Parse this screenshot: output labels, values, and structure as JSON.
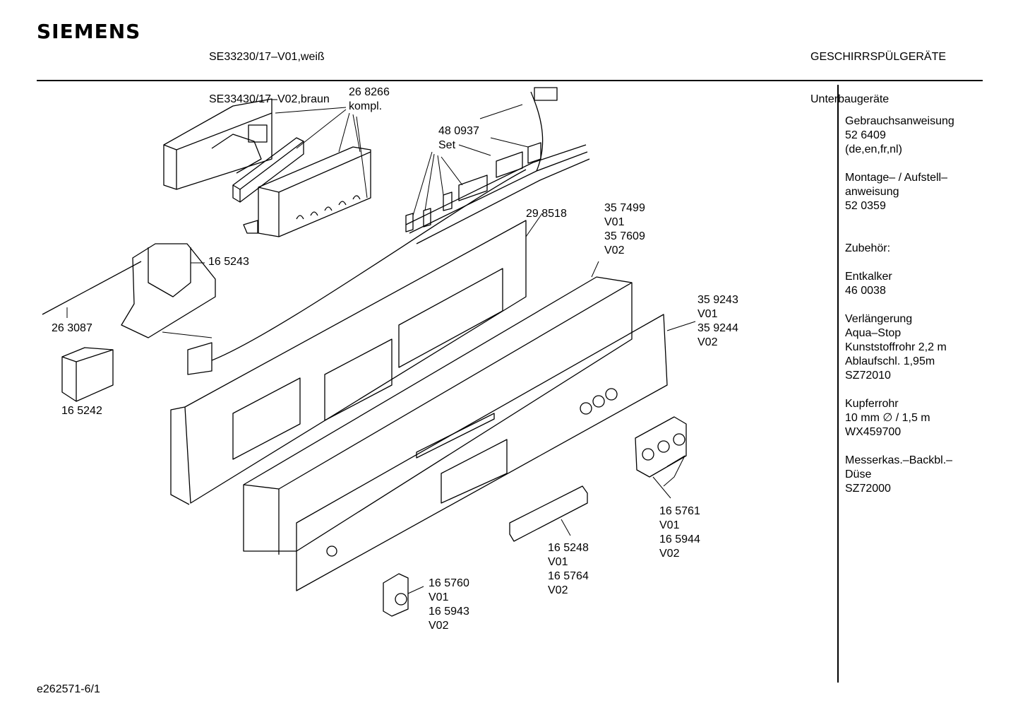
{
  "header": {
    "brand": "SIEMENS",
    "models": [
      "SE33230/17–V01,weiß",
      "SE33430/17–V02,braun"
    ],
    "category": [
      "GESCHIRRSPÜLGERÄTE",
      "Unterbaugeräte"
    ]
  },
  "sidebar": [
    [
      "Gebrauchsanweisung",
      "52 6409",
      "(de,en,fr,nl)"
    ],
    [
      "Montage– / Aufstell–",
      "anweisung",
      "52 0359"
    ],
    [
      "Zubehör:"
    ],
    [
      "Entkalker",
      "46 0038"
    ],
    [
      "Verlängerung",
      "Aqua–Stop",
      "Kunststoffrohr 2,2 m",
      "Ablaufschl. 1,95m",
      "SZ72010"
    ],
    [
      "Kupferrohr",
      "10 mm ∅ / 1,5 m",
      "WX459700"
    ],
    [
      "Messerkas.–Backbl.–",
      "Düse",
      "SZ72000"
    ]
  ],
  "parts": [
    {
      "lines": [
        "26 8266",
        "kompl."
      ]
    },
    {
      "lines": [
        "48 0937",
        "Set"
      ]
    },
    {
      "lines": [
        "29 8518"
      ]
    },
    {
      "lines": [
        "35 7499",
        "V01",
        "35 7609",
        "V02"
      ]
    },
    {
      "lines": [
        "16 5243"
      ]
    },
    {
      "lines": [
        "26 3087"
      ]
    },
    {
      "lines": [
        "35 9243",
        "V01",
        "35 9244",
        "V02"
      ]
    },
    {
      "lines": [
        "16 5242"
      ]
    },
    {
      "lines": [
        "16 5761",
        "V01",
        "16 5944",
        "V02"
      ]
    },
    {
      "lines": [
        "16 5248",
        "V01",
        "16 5764",
        "V02"
      ]
    },
    {
      "lines": [
        "16 5760",
        "V01",
        "16 5943",
        "V02"
      ]
    }
  ],
  "footer": "e262571-6/1"
}
